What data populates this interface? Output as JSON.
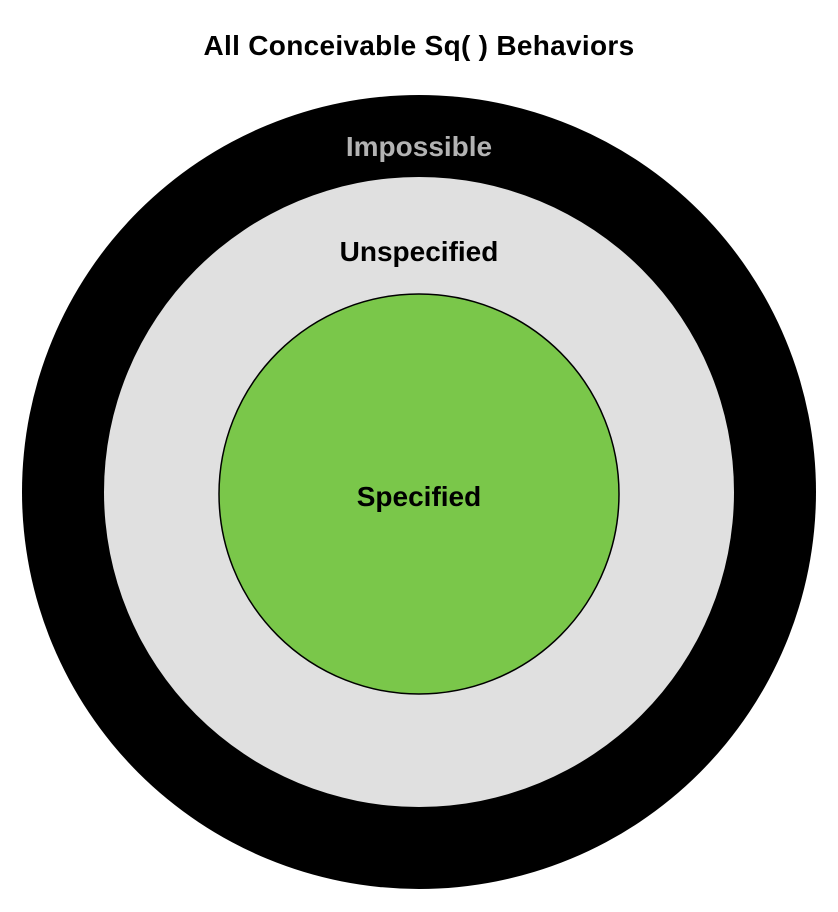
{
  "title": "All Conceivable Sq( ) Behaviors",
  "regions": [
    {
      "label": "Impossible",
      "fill": "#000000",
      "label_color": "#b3b3b3"
    },
    {
      "label": "Unspecified",
      "fill": "#e0e0e0",
      "label_color": "#000000"
    },
    {
      "label": "Specified",
      "fill": "#7ac74a",
      "label_color": "#000000"
    }
  ]
}
